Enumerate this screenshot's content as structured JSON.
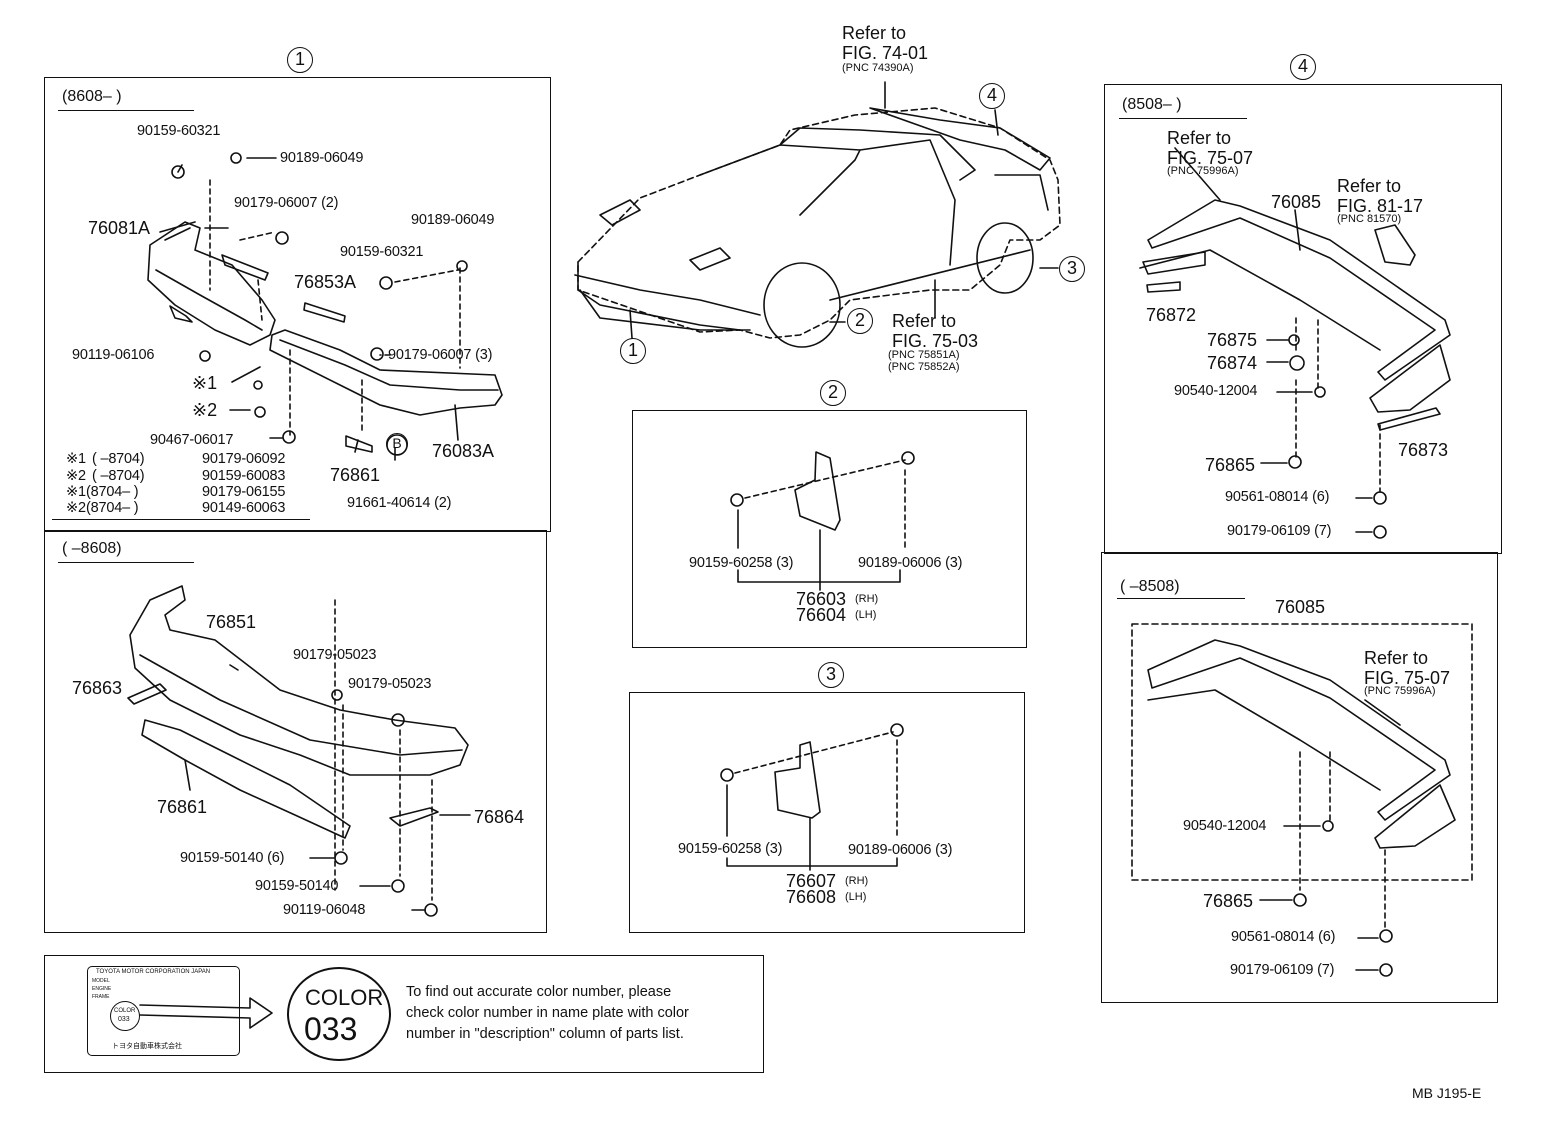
{
  "callouts": {
    "c1": "1",
    "c2": "2",
    "c3": "3",
    "c4": "4"
  },
  "panel1": {
    "header_top": "(8608–       )",
    "header_bottom": "(       –8608)",
    "parts": {
      "p1": "90159-60321",
      "p2": "90189-06049",
      "p3": "90179-06007 (2)",
      "p4": "76081A",
      "p5": "90189-06049",
      "p6": "90159-60321",
      "p7": "76853A",
      "p8": "90119-06106",
      "p9": "90179-06007 (3)",
      "p10": "※1",
      "p11": "※2",
      "p12": "90467-06017",
      "p13": "76861",
      "p14": "76083A",
      "p15": "91661-40614 (2)",
      "p15b": "B"
    },
    "notes": [
      {
        "mark": "※1",
        "range": "(        –8704)",
        "part": "90179-06092"
      },
      {
        "mark": "※2",
        "range": "(        –8704)",
        "part": "90159-60083"
      },
      {
        "mark": "※1",
        "range": "(8704–          )",
        "part": "90179-06155"
      },
      {
        "mark": "※2",
        "range": "(8704–          )",
        "part": "90149-60063"
      }
    ],
    "lower": {
      "p1": "76851",
      "p2": "90179-05023",
      "p3": "90179-05023",
      "p4": "76863",
      "p5": "76861",
      "p6": "76864",
      "p7": "90159-50140 (6)",
      "p8": "90159-50140",
      "p9": "90119-06048"
    }
  },
  "car": {
    "ref1": {
      "a": "Refer to",
      "b": "FIG. 74-01",
      "c": "(PNC 74390A)"
    },
    "ref2": {
      "a": "Refer to",
      "b": "FIG. 75-03",
      "c": "(PNC 75851A)",
      "d": "(PNC 75852A)"
    }
  },
  "panel2": {
    "p1": "90159-60258 (3)",
    "p2": "90189-06006 (3)",
    "p3": "76603",
    "p3s": "(RH)",
    "p4": "76604",
    "p4s": "(LH)"
  },
  "panel3": {
    "p1": "90159-60258 (3)",
    "p2": "90189-06006 (3)",
    "p3": "76607",
    "p3s": "(RH)",
    "p4": "76608",
    "p4s": "(LH)"
  },
  "panel4": {
    "header_top": "(8508–       )",
    "header_bottom": "(       –8508)",
    "top": {
      "ref1": {
        "a": "Refer to",
        "b": "FIG. 75-07",
        "c": "(PNC 75996A)"
      },
      "ref2": {
        "a": "Refer to",
        "b": "FIG. 81-17",
        "c": "(PNC 81570)"
      },
      "p1": "76085",
      "p2": "76872",
      "p3": "76875",
      "p4": "76874",
      "p5": "90540-12004",
      "p6": "76873",
      "p7": "76865",
      "p8": "90561-08014 (6)",
      "p9": "90179-06109 (7)"
    },
    "bottom": {
      "ref": {
        "a": "Refer to",
        "b": "FIG. 75-07",
        "c": "(PNC 75996A)"
      },
      "p1": "76085",
      "p2": "90540-12004",
      "p3": "76865",
      "p4": "90561-08014 (6)",
      "p5": "90179-06109 (7)"
    }
  },
  "color_box": {
    "plate_title": "TOYOTA MOTOR CORPORATION JAPAN",
    "plate_rows": [
      "MODEL",
      "ENGINE",
      "FRAME"
    ],
    "plate_color_label": "COLOR",
    "plate_color_code": "033",
    "plate_maker": "トヨタ自動車株式会社",
    "label": "COLOR",
    "code": "033",
    "text": [
      "To find out accurate color number, please",
      "check color number in name plate with color",
      "number in \"description\" column of parts list."
    ]
  },
  "footer": "MB  J195-E"
}
